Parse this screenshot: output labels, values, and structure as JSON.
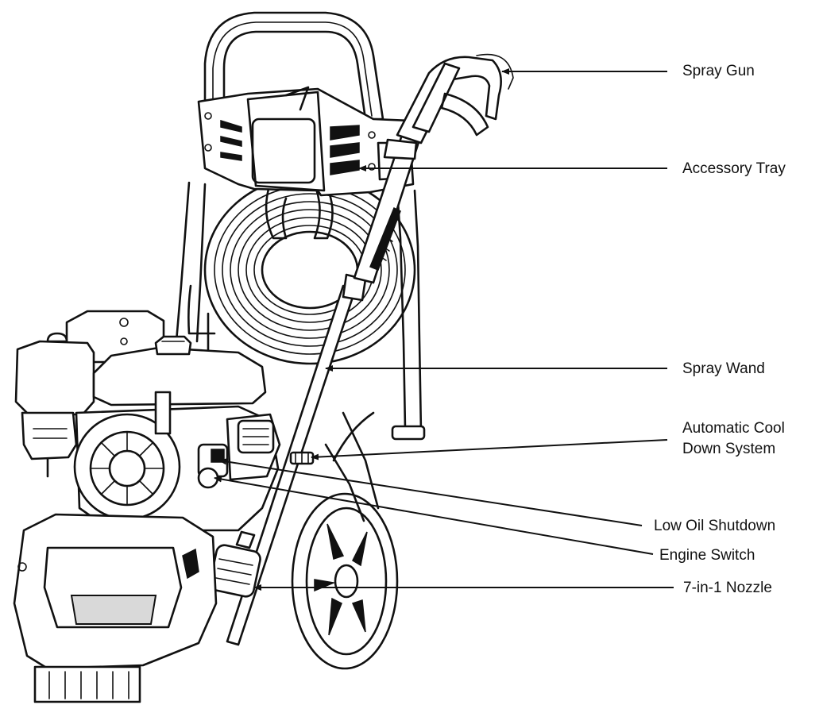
{
  "labels": {
    "spray_gun": "Spray Gun",
    "accessory_tray": "Accessory Tray",
    "spray_wand": "Spray Wand",
    "cool_down_line1": "Automatic Cool",
    "cool_down_line2": "Down System",
    "low_oil_shutdown": "Low Oil Shutdown",
    "engine_switch": "Engine Switch",
    "nozzle": "7-in-1 Nozzle"
  }
}
